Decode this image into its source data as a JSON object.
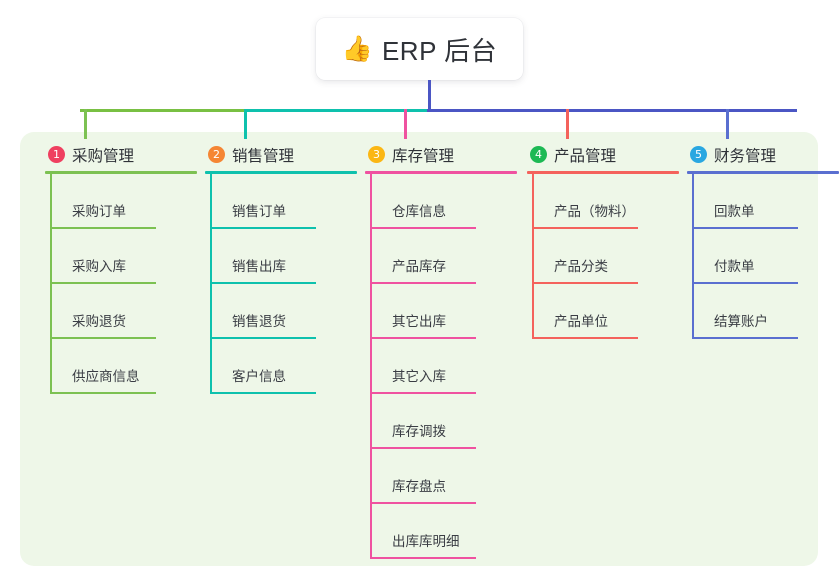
{
  "root": {
    "emoji": "👍",
    "emoji_name": "thumbs-up-icon",
    "title": "ERP 后台"
  },
  "palette": {
    "panel_bg": "#eef7e8",
    "page_bg": "#ffffff",
    "card_bg": "#ffffff",
    "text": "#2f3238",
    "trunk_green": "#79c043",
    "trunk_teal": "#0ec1ad",
    "trunk_indigo": "#4b56c4"
  },
  "columns": [
    {
      "index": "1",
      "title": "采购管理",
      "badge_color": "#ef4060",
      "line_color": "#7cc152",
      "stub_color": "#7cc152",
      "items": [
        "采购订单",
        "采购入库",
        "采购退货",
        "供应商信息"
      ]
    },
    {
      "index": "2",
      "title": "销售管理",
      "badge_color": "#f58634",
      "line_color": "#0ec1ad",
      "stub_color": "#0ec1ad",
      "items": [
        "销售订单",
        "销售出库",
        "销售退货",
        "客户信息"
      ]
    },
    {
      "index": "3",
      "title": "库存管理",
      "badge_color": "#fbb714",
      "line_color": "#ef52a0",
      "stub_color": "#ef52a0",
      "items": [
        "仓库信息",
        "产品库存",
        "其它出库",
        "其它入库",
        "库存调拨",
        "库存盘点",
        "出库库明细"
      ]
    },
    {
      "index": "4",
      "title": "产品管理",
      "badge_color": "#1db954",
      "line_color": "#f4625c",
      "stub_color": "#f4625c",
      "items": [
        "产品（物料）",
        "产品分类",
        "产品单位"
      ]
    },
    {
      "index": "5",
      "title": "财务管理",
      "badge_color": "#29a7e1",
      "line_color": "#5a6fd0",
      "stub_color": "#5a6fd0",
      "items": [
        "回款单",
        "付款单",
        "结算账户"
      ]
    }
  ]
}
